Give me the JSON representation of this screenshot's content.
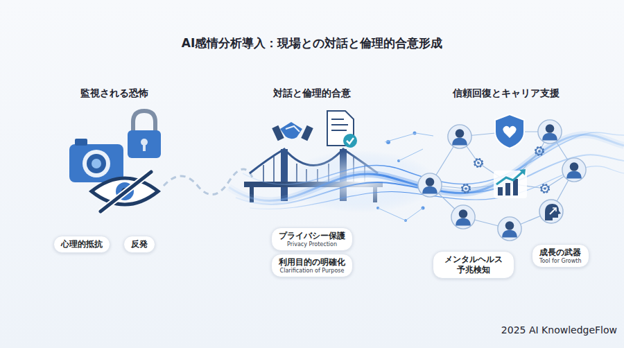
{
  "diagram": {
    "title": "AI感情分析導入：現場との対話と倫理的合意形成",
    "nodes": [
      {
        "text": [
          "心理的抵抗"
        ]
      },
      {
        "text": [
          "反発"
        ]
      },
      {
        "text": [
          "プライバシー保護",
          "Privacy Protection"
        ]
      },
      {
        "text": [
          "利用目的の明確化",
          "Clarification of Purpose"
        ]
      },
      {
        "text": [
          "メンタルヘルス 予兆検知"
        ]
      },
      {
        "text": [
          "成長の武器",
          "Tool for Growth"
        ]
      }
    ],
    "labels": [
      "監視される恐怖",
      "対話と倫理的合意",
      "信頼回復とキャリア支援",
      "2025 AI KnowledgeFlow"
    ]
  }
}
